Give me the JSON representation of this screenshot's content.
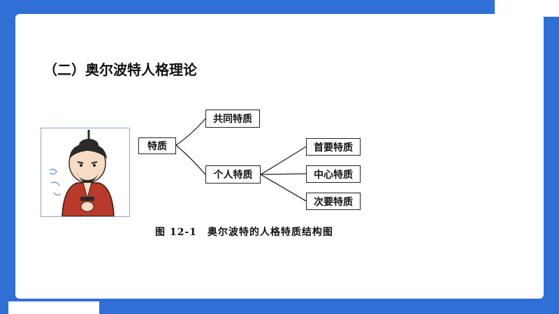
{
  "slide": {
    "title": "（二）奥尔波特人格理论"
  },
  "diagram": {
    "root": "特质",
    "common": "共同特质",
    "individual": "个人特质",
    "cardinal": "首要特质",
    "central": "中心特质",
    "secondary": "次要特质",
    "caption": "图 12-1　奥尔波特的人格特质结构图"
  },
  "colors": {
    "background": "#2f6fd6",
    "card": "#ffffff"
  },
  "portrait": {
    "subject": "cartoon-scholar-illustration"
  }
}
